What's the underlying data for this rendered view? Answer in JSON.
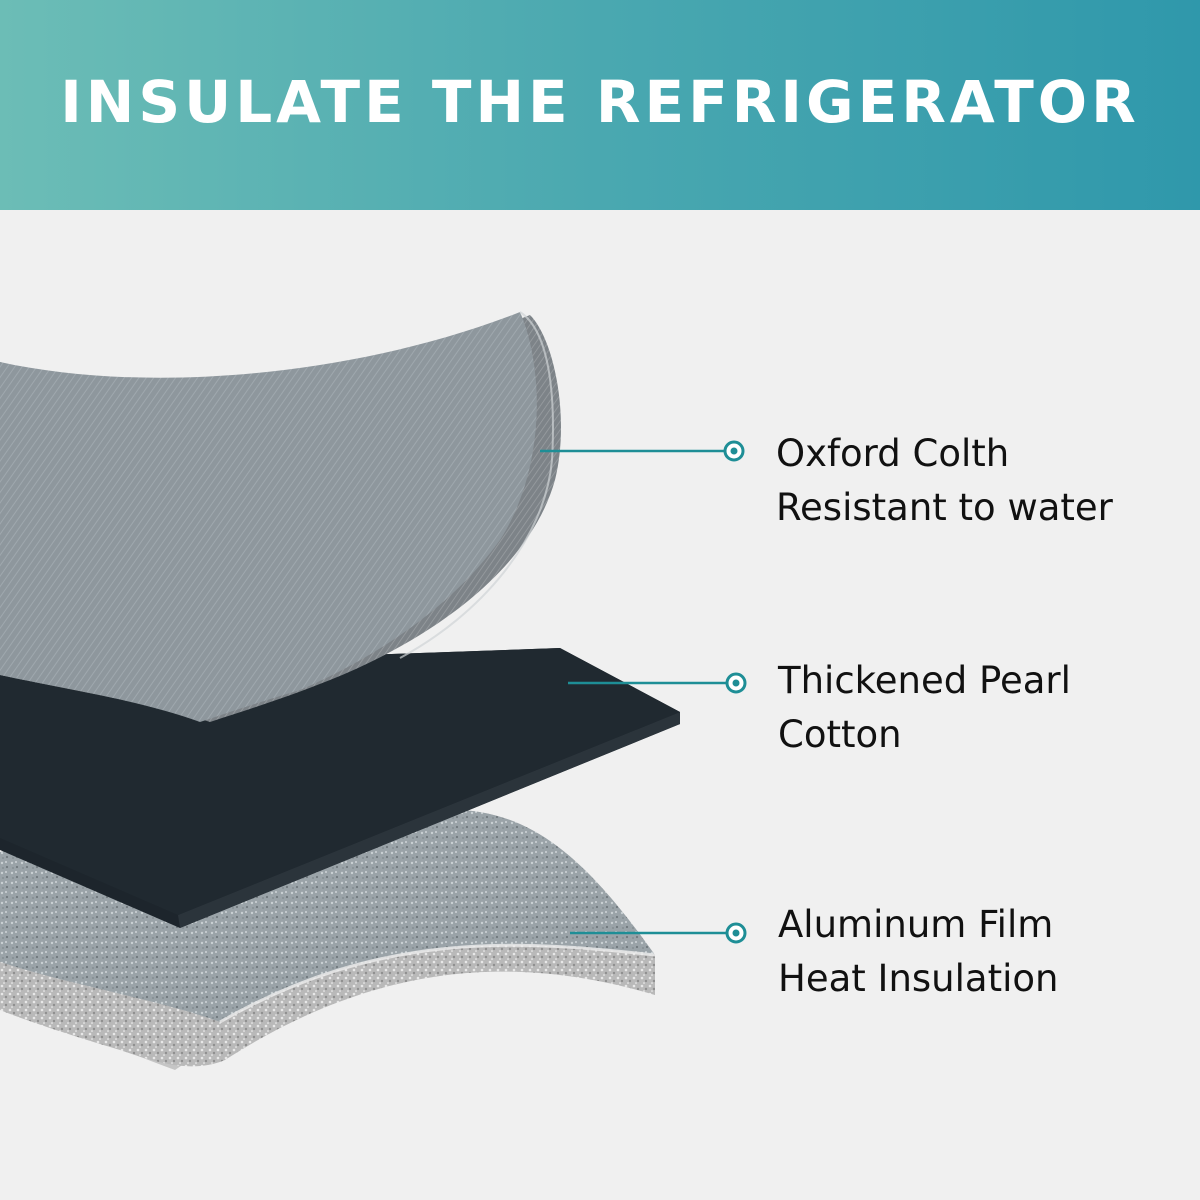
{
  "header": {
    "title": "INSULATE THE REFRIGERATOR",
    "background_gradient": [
      "#6cbdb6",
      "#2f98ab"
    ]
  },
  "layers": [
    {
      "line1": "Oxford Colth",
      "line2": "Resistant to water",
      "swatch_color": "#8e979d"
    },
    {
      "line1": "Thickened Pearl",
      "line2": "Cotton",
      "swatch_color": "#1d252c"
    },
    {
      "line1": "Aluminum Film",
      "line2": "Heat Insulation",
      "swatch_color": "#a8b0b4"
    }
  ],
  "accent_color": "#1e8e96",
  "background_color": "#f0f0f0"
}
